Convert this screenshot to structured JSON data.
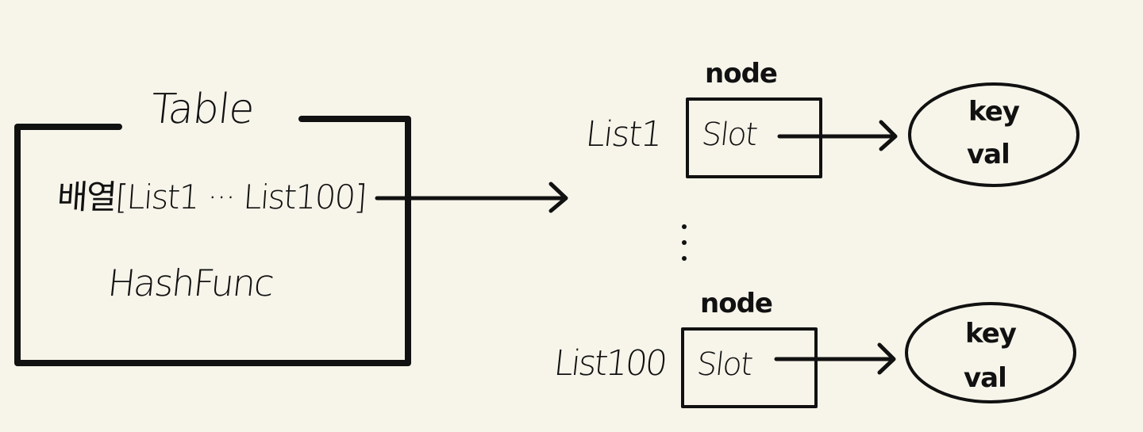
{
  "table": {
    "title": "Table",
    "array_label": "배열[List1 ··· List100]",
    "hash_func_label": "HashFunc"
  },
  "lists": [
    {
      "list_label": "List1",
      "node_label": "node",
      "slot_label": "Slot",
      "entry": {
        "key_label": "key",
        "val_label": "val"
      }
    },
    {
      "list_label": "List100",
      "node_label": "node",
      "slot_label": "Slot",
      "entry": {
        "key_label": "key",
        "val_label": "val"
      }
    }
  ],
  "colors": {
    "background": "#f7f5ea",
    "ink": "#111111"
  }
}
